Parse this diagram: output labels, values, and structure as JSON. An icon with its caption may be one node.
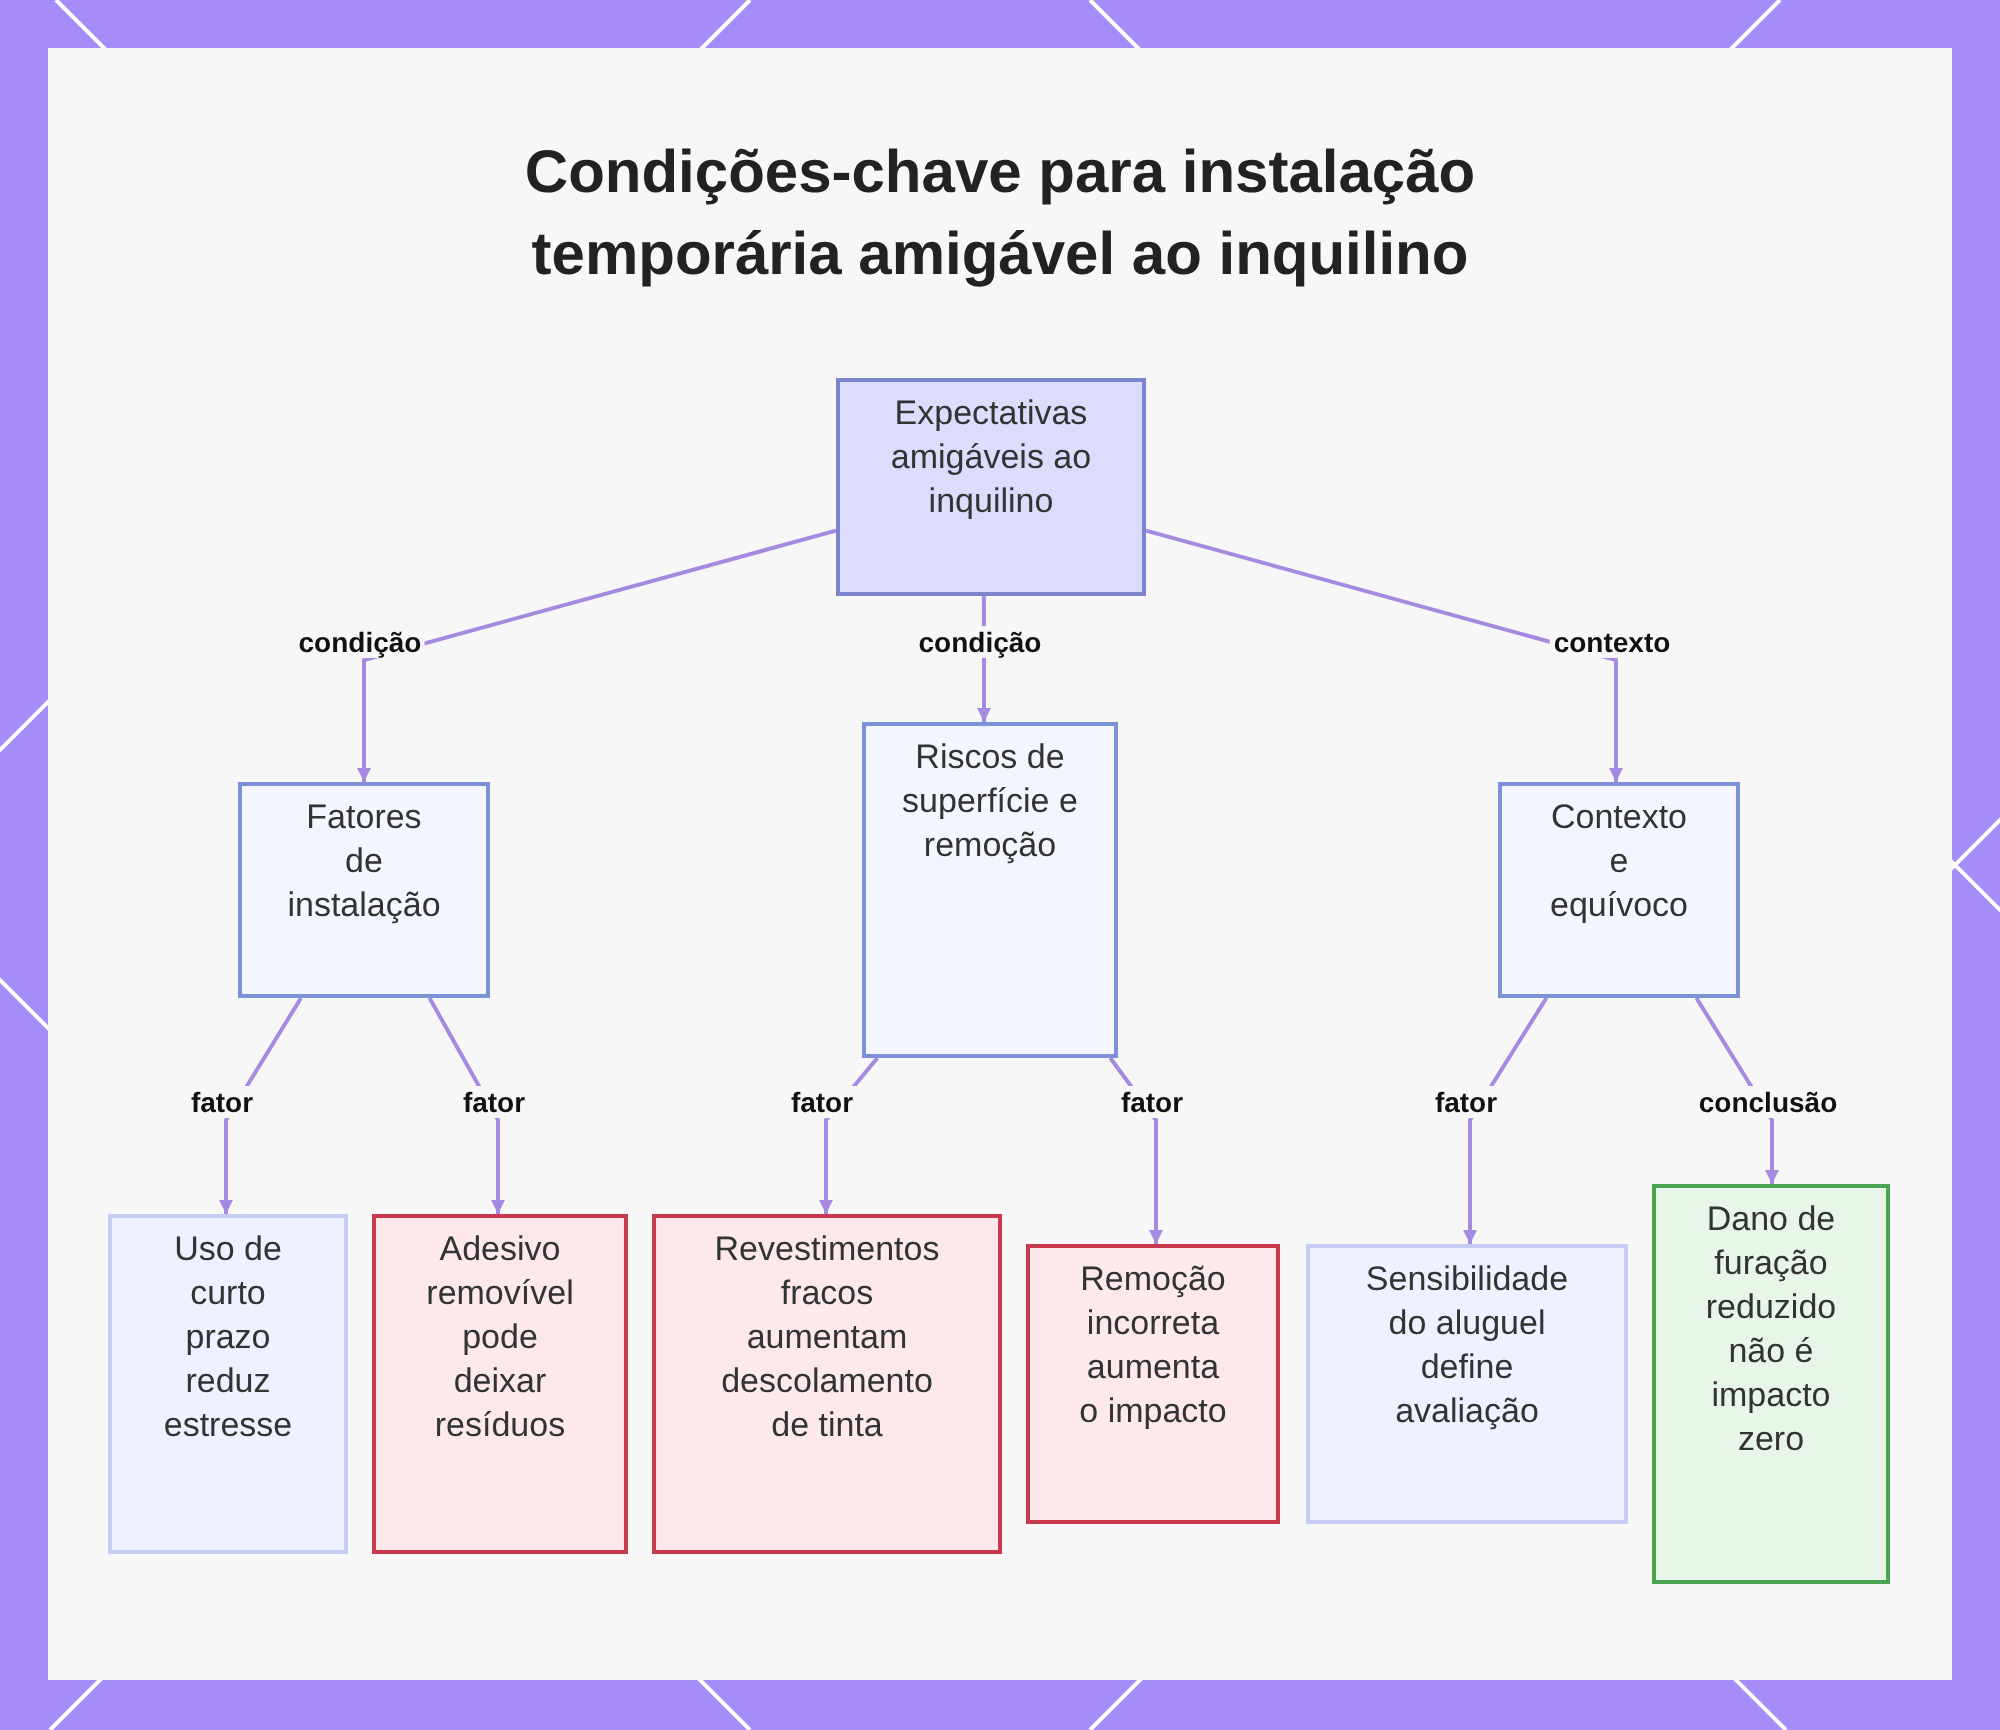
{
  "diagram": {
    "title": "Condições-chave para instalação temporária amigável ao inquilino",
    "nodes": [
      {
        "text": [
          "Expectativas amigáveis ao inquilino"
        ]
      },
      {
        "text": [
          "Fatores de instalação"
        ]
      },
      {
        "text": [
          "Riscos de superfície e remoção"
        ]
      },
      {
        "text": [
          "Contexto e equívoco"
        ]
      },
      {
        "text": [
          "Uso de curto prazo reduz estresse"
        ]
      },
      {
        "text": [
          "Adesivo removível pode deixar resíduos"
        ]
      },
      {
        "text": [
          "Revestimentos fracos aumentam descolamento de tinta"
        ]
      },
      {
        "text": [
          "Remoção incorreta aumenta o impacto"
        ]
      },
      {
        "text": [
          "Sensibilidade do aluguel define avaliação"
        ]
      },
      {
        "text": [
          "Dano de furação reduzido não é impacto zero"
        ]
      }
    ],
    "edges": [
      {
        "from": 0,
        "to": 1,
        "label": "condição",
        "arrow": "to"
      },
      {
        "from": 0,
        "to": 2,
        "label": "condição",
        "arrow": "to"
      },
      {
        "from": 0,
        "to": 3,
        "label": "contexto",
        "arrow": "to"
      },
      {
        "from": 1,
        "to": 4,
        "label": "fator",
        "arrow": "to"
      },
      {
        "from": 1,
        "to": 5,
        "label": "fator",
        "arrow": "to"
      },
      {
        "from": 2,
        "to": 6,
        "label": "fator",
        "arrow": "to"
      },
      {
        "from": 2,
        "to": 7,
        "label": "fator",
        "arrow": "to"
      },
      {
        "from": 3,
        "to": 8,
        "label": "fator",
        "arrow": "to"
      },
      {
        "from": 3,
        "to": 9,
        "label": "conclusão",
        "arrow": "to"
      }
    ]
  }
}
